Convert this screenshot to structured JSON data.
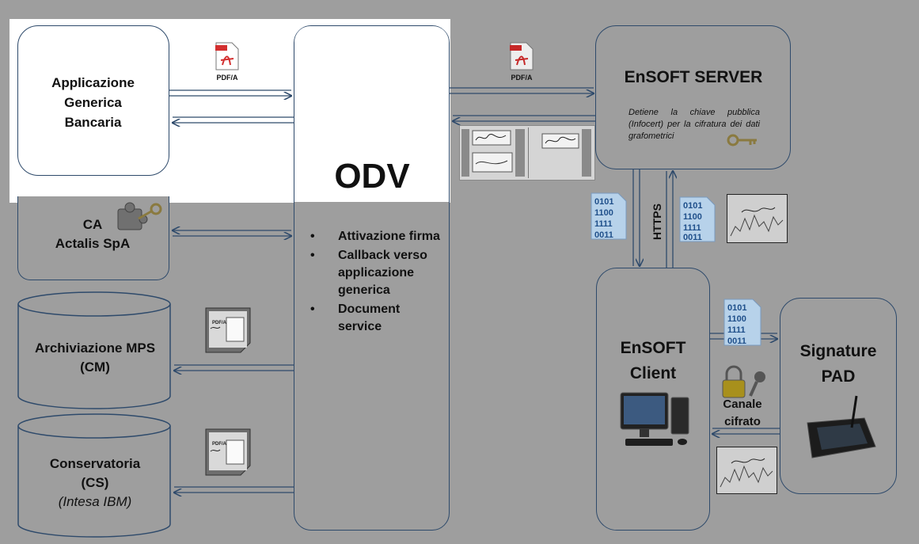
{
  "nodes": {
    "app_generica": "Applicazione\nGenerica\nBancaria",
    "ca": "CA\nActalis SpA",
    "archiviazione": "Archiviazione MPS\n(CM)",
    "conservatoria_title": "Conservatoria\n(CS)",
    "conservatoria_sub": "(Intesa IBM)",
    "odv": "ODV",
    "odv_items": [
      "Attivazione firma",
      "Callback verso applicazione generica",
      "Document service"
    ],
    "server_title": "EnSOFT SERVER",
    "server_note": "Detiene la chiave pubblica (Infocert) per la cifratura dei dati grafometrici",
    "client": "EnSOFT\nClient",
    "pad": "Signature\nPAD"
  },
  "edge_labels": {
    "pdf_a_1": "PDF/A",
    "pdf_a_2": "PDF/A",
    "https": "HTTPS",
    "canale": "Canale\ncifrato",
    "pdf_icon": "PDF",
    "pdfa_icon": "PDF/A"
  },
  "binary": [
    "0101",
    "1100",
    "1111",
    "0011"
  ],
  "colors": {
    "background": "#9e9e9e",
    "outline": "#2e4a6b",
    "highlight": "#ffffff",
    "pdf_red": "#d32f2f"
  }
}
